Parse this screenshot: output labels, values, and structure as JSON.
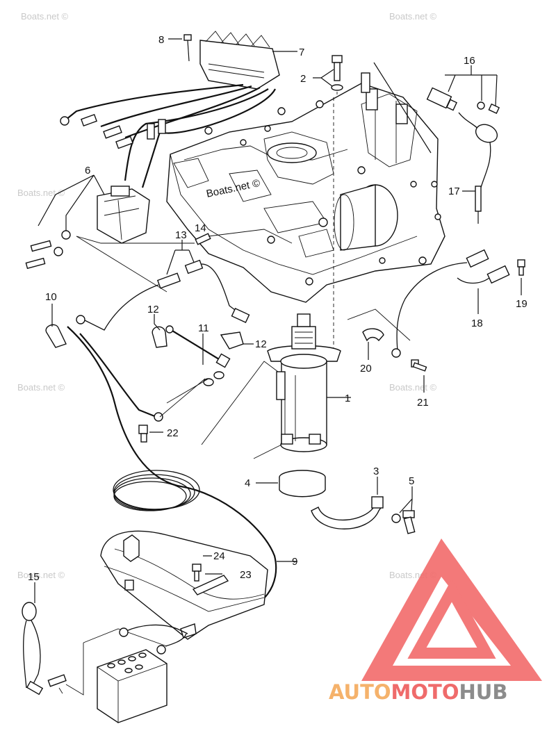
{
  "watermark_text": "Boats.net ©",
  "callouts": [
    "1",
    "2",
    "3",
    "4",
    "5",
    "6",
    "7",
    "8",
    "9",
    "10",
    "11",
    "12",
    "12",
    "13",
    "14",
    "15",
    "16",
    "17",
    "18",
    "19",
    "20",
    "21",
    "22",
    "23",
    "24"
  ],
  "engine_label": "Boats.net ©",
  "logo": {
    "part_a": "AUTO",
    "part_b": "MOTO",
    "part_c": "HUB",
    "color_a": "#f5b26b",
    "color_b": "#ef6b6b",
    "color_c": "#8c8c8c",
    "triangle_color": "#f26b6b"
  }
}
